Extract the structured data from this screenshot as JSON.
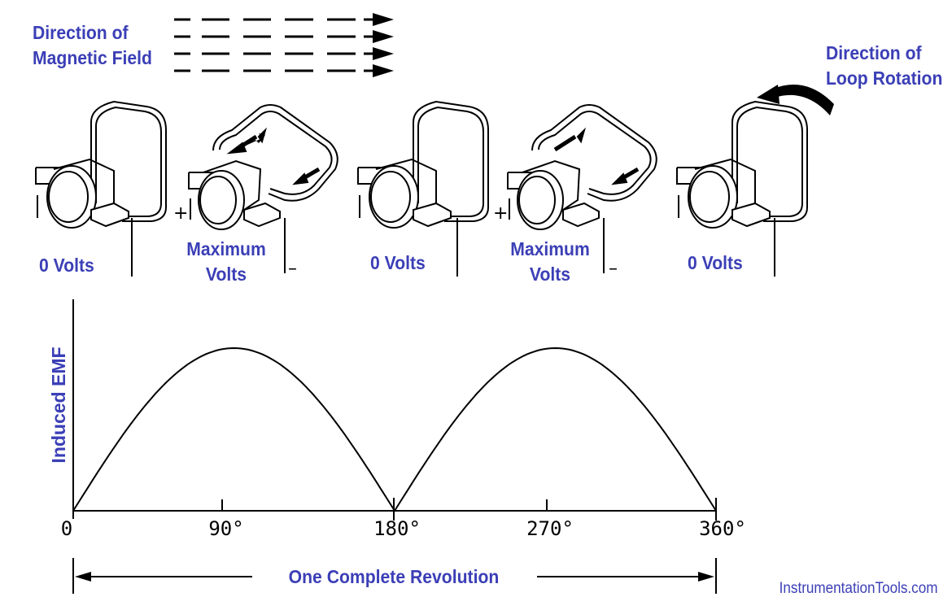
{
  "field_label": [
    "Direction of",
    "Magnetic Field"
  ],
  "rotation_label": [
    "Direction of",
    "Loop Rotation"
  ],
  "positions": [
    {
      "label": "0 Volts"
    },
    {
      "label": [
        "Maximum",
        "Volts"
      ],
      "plus": "+",
      "minus": "–"
    },
    {
      "label": "0 Volts"
    },
    {
      "label": [
        "Maximum",
        "Volts"
      ],
      "plus": "+",
      "minus": "–"
    },
    {
      "label": "0 Volts"
    }
  ],
  "chart_data": {
    "type": "line",
    "ylabel": "Induced EMF",
    "xlabel": "One Complete Revolution",
    "xticks": [
      "0",
      "90°",
      "180°",
      "270°",
      "360°"
    ],
    "x": [
      0,
      15,
      30,
      45,
      60,
      75,
      90,
      105,
      120,
      135,
      150,
      165,
      180,
      195,
      210,
      225,
      240,
      255,
      270,
      285,
      300,
      315,
      330,
      345,
      360
    ],
    "y": [
      0,
      0.26,
      0.5,
      0.71,
      0.87,
      0.97,
      1,
      0.97,
      0.87,
      0.71,
      0.5,
      0.26,
      0,
      0.26,
      0.5,
      0.71,
      0.87,
      0.97,
      1,
      0.97,
      0.87,
      0.71,
      0.5,
      0.26,
      0
    ],
    "xlim": [
      0,
      360
    ],
    "ylim": [
      0,
      1.3
    ]
  },
  "watermark": "InstrumentationTools.com"
}
